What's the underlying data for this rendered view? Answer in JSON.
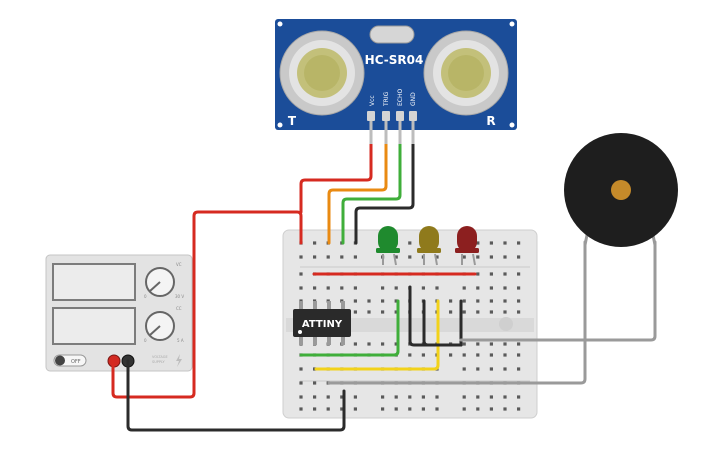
{
  "sensor": {
    "model": "HC-SR04",
    "pin_vcc": "Vcc",
    "pin_trig": "TRIG",
    "pin_echo": "ECHO",
    "pin_gnd": "GND",
    "label_t": "T",
    "label_r": "R"
  },
  "chip": {
    "label": "ATTINY"
  },
  "power_supply": {
    "switch_label": "OFF",
    "knob1_top_label": "VC",
    "knob1_min_label": "0",
    "knob1_max_label": "30 V",
    "knob2_top_label": "CC",
    "knob2_min_label": "0",
    "knob2_max_label": "5 A",
    "brand_line1": "VOLTAGE",
    "brand_line2": "SUPPLY"
  },
  "leds": [
    {
      "color_name": "green",
      "fill": "#1f8a2e"
    },
    {
      "color_name": "yellow",
      "fill": "#8f7a1c"
    },
    {
      "color_name": "red",
      "fill": "#8c1f1f"
    }
  ],
  "wire_colors": {
    "red": "#d62a20",
    "orange": "#e98a12",
    "green": "#3fae3a",
    "black": "#2b2b2b",
    "yellow": "#f2d21a",
    "gray": "#9a9a9a"
  },
  "colors": {
    "sensor_board": "#1b4d99",
    "breadboard": "#e6e6e6",
    "buzzer_body": "#1e1e1e",
    "buzzer_center": "#c58a2a",
    "supply_body": "#e3e3e3"
  }
}
